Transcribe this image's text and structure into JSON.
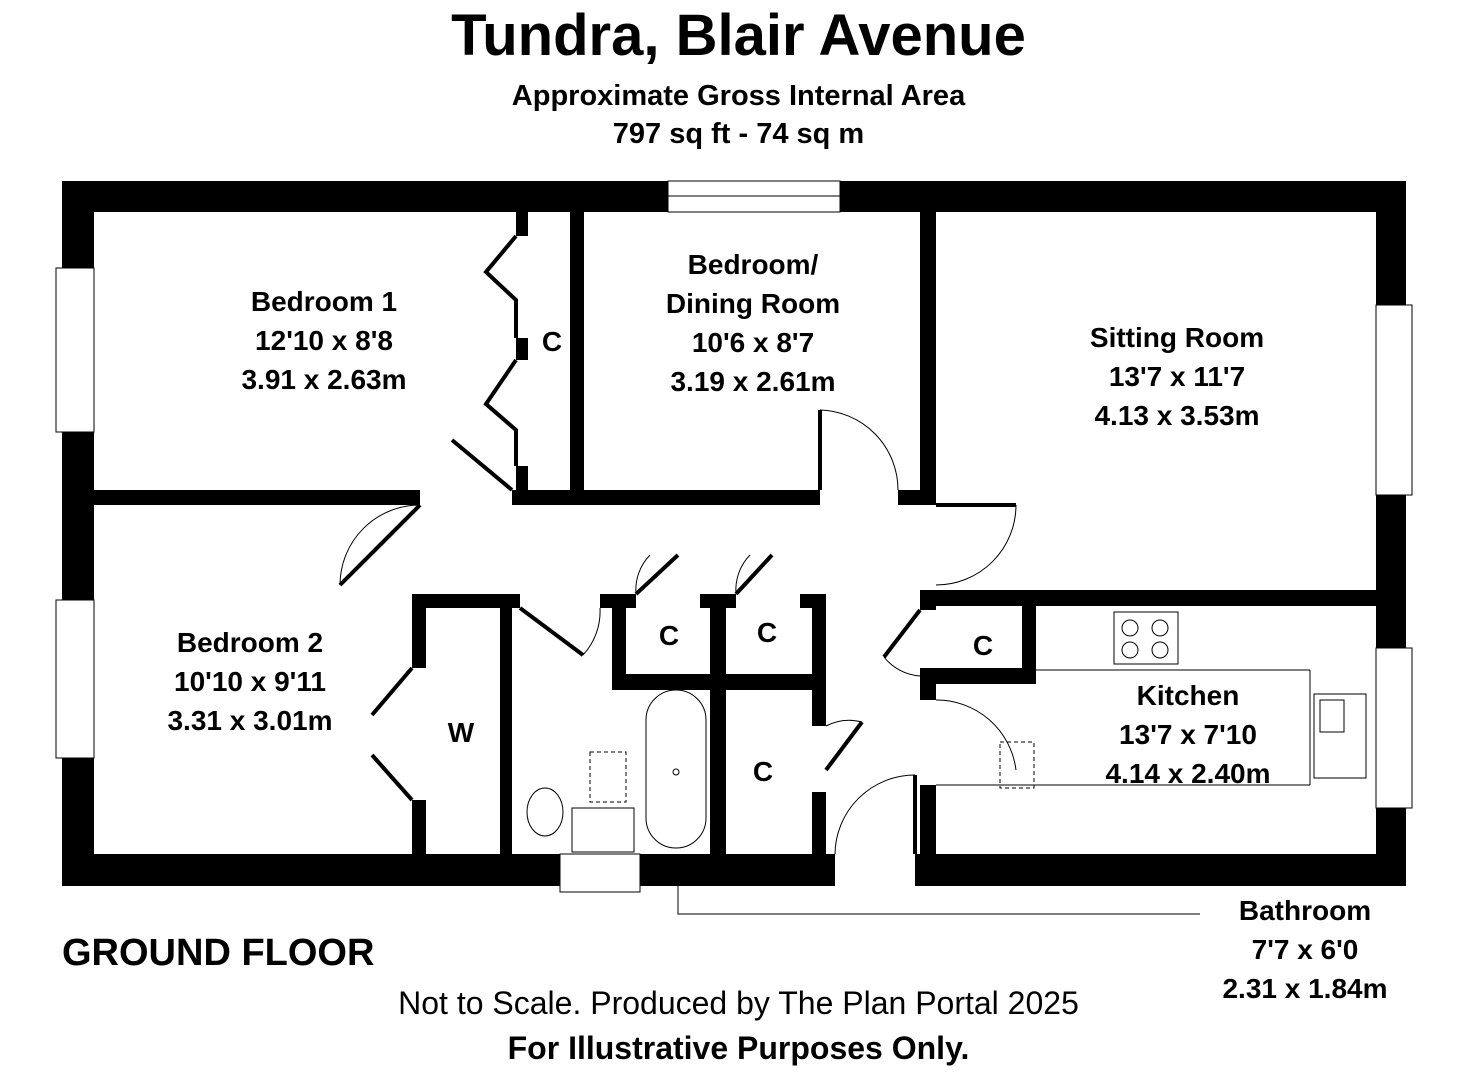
{
  "header": {
    "title": "Tundra, Blair Avenue",
    "area_label": "Approximate Gross Internal Area",
    "area_value": "797 sq ft - 74 sq m"
  },
  "rooms": {
    "bedroom1": {
      "name": "Bedroom 1",
      "imperial": "12'10 x 8'8",
      "metric": "3.91 x 2.63m"
    },
    "bedroom_dining": {
      "name": "Bedroom/",
      "name2": "Dining Room",
      "imperial": "10'6 x 8'7",
      "metric": "3.19 x 2.61m"
    },
    "sitting": {
      "name": "Sitting Room",
      "imperial": "13'7 x 11'7",
      "metric": "4.13 x 3.53m"
    },
    "bedroom2": {
      "name": "Bedroom 2",
      "imperial": "10'10 x 9'11",
      "metric": "3.31 x 3.01m"
    },
    "kitchen": {
      "name": "Kitchen",
      "imperial": "13'7 x 7'10",
      "metric": "4.14 x 2.40m"
    },
    "bathroom": {
      "name": "Bathroom",
      "imperial": "7'7 x 6'0",
      "metric": "2.31 x 1.84m"
    }
  },
  "cupboards": {
    "c": "C",
    "w": "W"
  },
  "footer": {
    "floor": "GROUND FLOOR",
    "note": "Not to Scale. Produced by The Plan Portal 2025",
    "disclaimer": "For Illustrative Purposes Only."
  }
}
